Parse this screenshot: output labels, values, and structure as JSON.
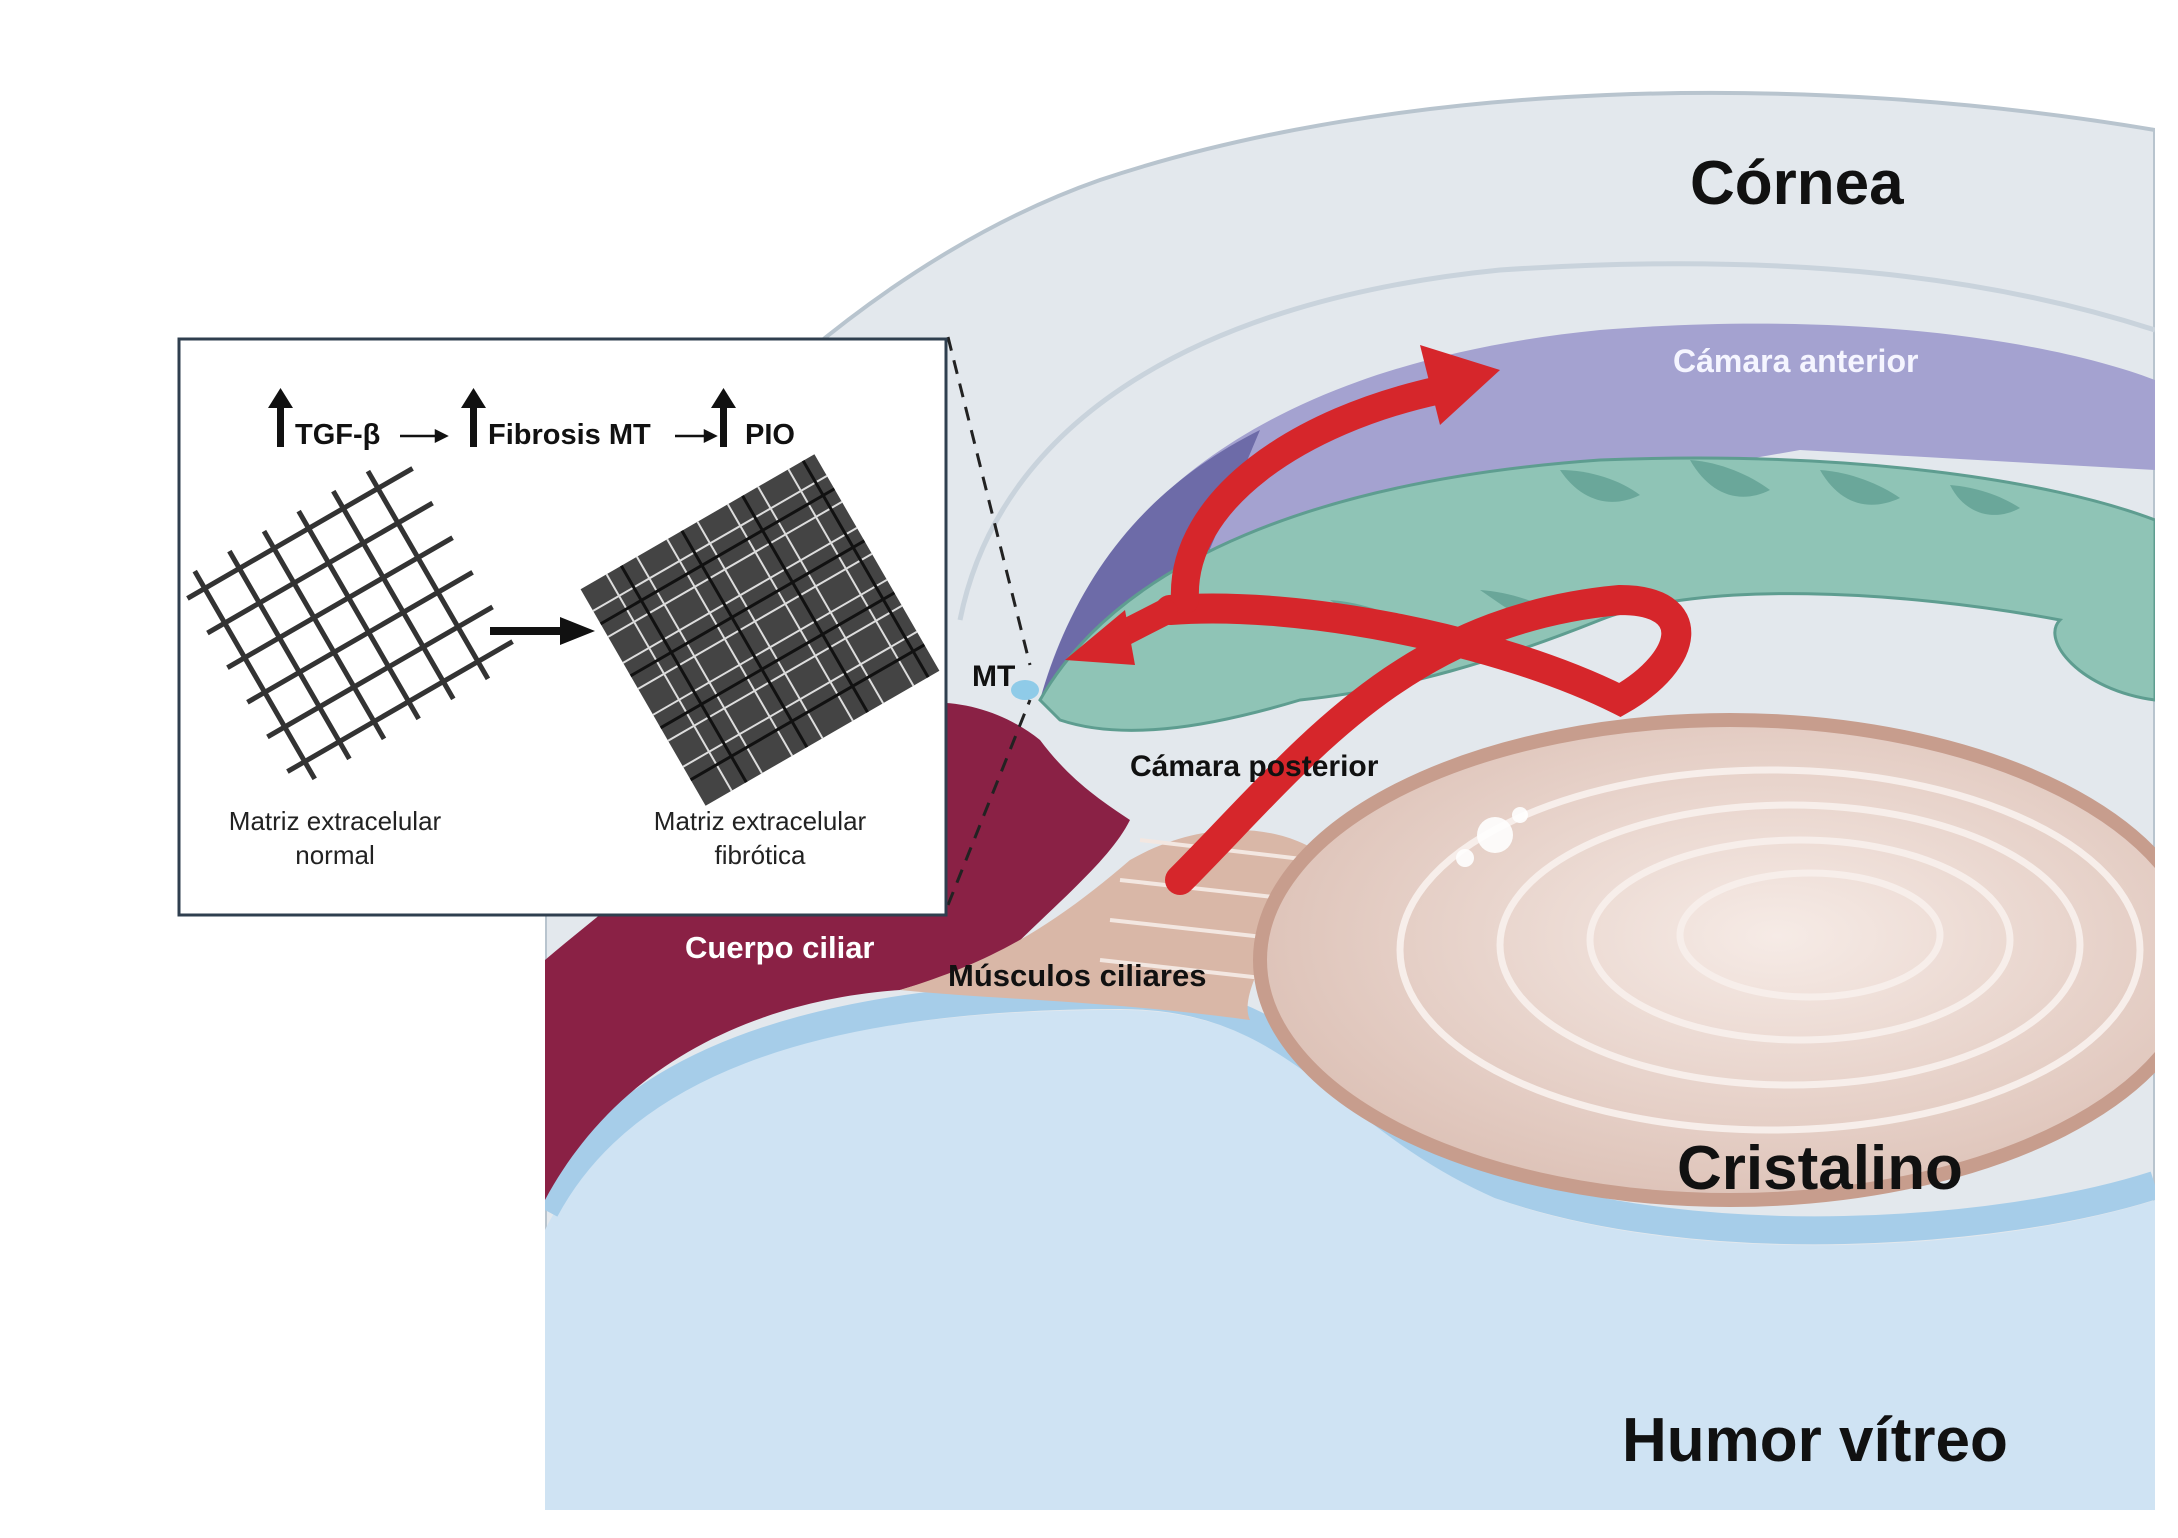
{
  "labels": {
    "cornea": "Córnea",
    "anterior_chamber": "Cámara anterior",
    "mt": "MT",
    "posterior_chamber": "Cámara posterior",
    "ciliary_body": "Cuerpo ciliar",
    "ciliary_muscles": "Músculos ciliares",
    "lens": "Cristalino",
    "vitreous": "Humor vítreo"
  },
  "inset": {
    "formula": {
      "t1": "TGF-β",
      "t2": "Fibrosis MT",
      "t3": "PIO"
    },
    "normal_label_line1": "Matriz extracelular",
    "normal_label_line2": "normal",
    "fibrotic_label_line1": "Matriz extracelular",
    "fibrotic_label_line2": "fibrótica"
  },
  "colors": {
    "cornea": "#e3e8ed",
    "anterior_chamber": "#9e9cca",
    "iris": "#8fc4b6",
    "ciliary_body": "#8a2145",
    "lens": "#e8d1c8",
    "vitreous": "#d4e6f4",
    "flow_arrow": "#d6262b"
  }
}
